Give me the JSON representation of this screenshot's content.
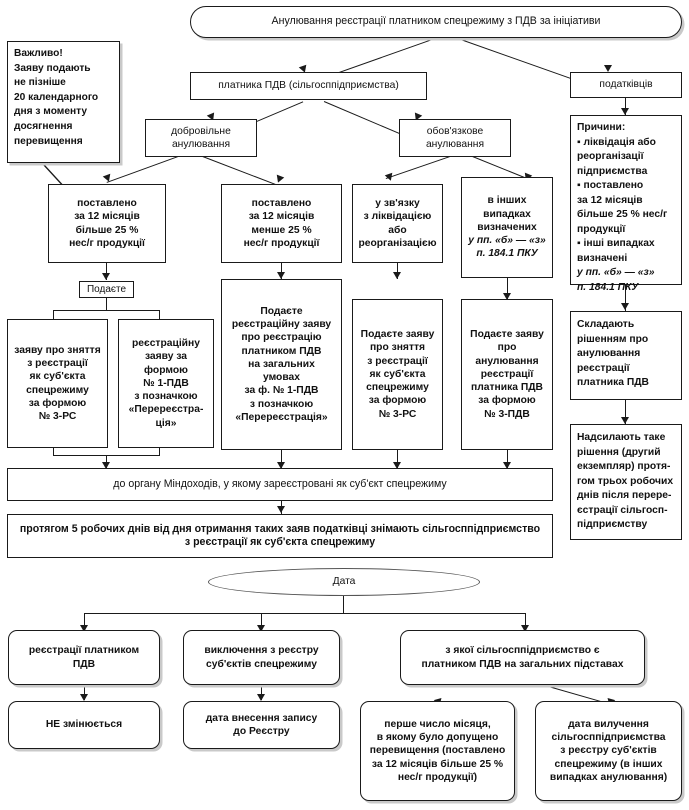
{
  "diagram": {
    "title": "Анулювання реєстрації платником спецрежиму з ПДВ за ініціативи",
    "note_box": "Важливо!\nЗаяву подають\nне пізніше\n20 календарного\nдня з моменту\nдосягнення\nперевищення",
    "branch_left": "платника ПДВ (сільгосппідприємства)",
    "branch_right": "податківців",
    "voluntary": "добровільне\nанулювання",
    "mandatory": "обов'язкове\nанулювання",
    "cond_more25": "поставлено\nза 12 місяців\nбільше 25 %\nнес/г продукції",
    "cond_less25": "поставлено\nза 12 місяців\nменше 25 %\nнес/г продукції",
    "cond_liquidation": "у зв'язку\nз ліквідацією\nабо\nреорганізацією",
    "cond_other_head": "в інших\nвипадках\nвизначених",
    "cond_other_ref1": "у пп. «б» — «з»",
    "cond_other_ref2": "п. 184.1 ПКУ",
    "submit_label": "Подаєте",
    "app_deregister": "заяву про зняття\nз реєстрації\nяк суб'єкта\nспецрежиму\nза формою\n№ 3-РС",
    "app_reregister": "реєстраційну\nзаяву за\nформою\n№ 1-ПДВ\nз позначкою\n«Перереєстра-\nція»",
    "app_general": "Подаєте\nреєстраційну заяву\nпро реєстрацію\nплатником ПДВ\nна загальних\nумовах\nза ф. № 1-ПДВ\nз позначкою\n«Перереєстрація»",
    "app_deregister2": "Подаєте заяву\nпро зняття\nз реєстрації\nяк суб'єкта\nспецрежиму\nза формою\n№ 3-РС",
    "app_cancel_vat": "Подаєте заяву\nпро анулювання\nреєстрації\nплатника ПДВ\nза формою\n№ 3-ПДВ",
    "reasons_title": "Причини:",
    "reasons_items": [
      "ліквідація або\nреорганізації\nпідприємства",
      "поставлено\nза 12 місяців\nбільше 25 % нес/г\nпродукції",
      "інші випадках\nвизначені"
    ],
    "reasons_ref1": "у пп. «б» — «з»",
    "reasons_ref2": "п. 184.1 ПКУ",
    "decision_compose": "Складають\nрішенням про\nанулювання\nреєстрації\nплатника ПДВ",
    "decision_send": "Надсилають таке\nрішення (другий\nекземпляр) протя-\nгом трьох робочих\nднів після перере-\nєстрації сільгосп-\nпідприємству",
    "to_authority": "до органу Міндоходів, у якому зареєстровані як суб'єкт спецрежиму",
    "five_days": "протягом 5 робочих днів від дня отримання таких заяв податківці знімають сільгосппідприємство\nз реєстрації як суб'єкта спецрежиму",
    "date_node": "Дата",
    "date_opt1": "реєстрації платником\nПДВ",
    "date_opt2": "виключення з реєстру\nсуб'єктів спецрежиму",
    "date_opt3": "з якої сільгосппідприємство є\nплатником ПДВ на загальних підставах",
    "result1": "НЕ змінюється",
    "result2": "дата внесення запису\nдо Реєстру",
    "result3": "перше число місяця,\nв якому було допущено\nперевищення (поставлено\nза 12 місяців більше 25 %\nнес/г продукції)",
    "result4": "дата вилучення\nсільгосппідприємства\nз реєстру суб'єктів\nспецрежиму (в інших\nвипадках анулювання)"
  },
  "colors": {
    "stroke": "#1a1a1a",
    "text": "#111111",
    "shadow": "#c9c9c9",
    "background": "#ffffff"
  }
}
